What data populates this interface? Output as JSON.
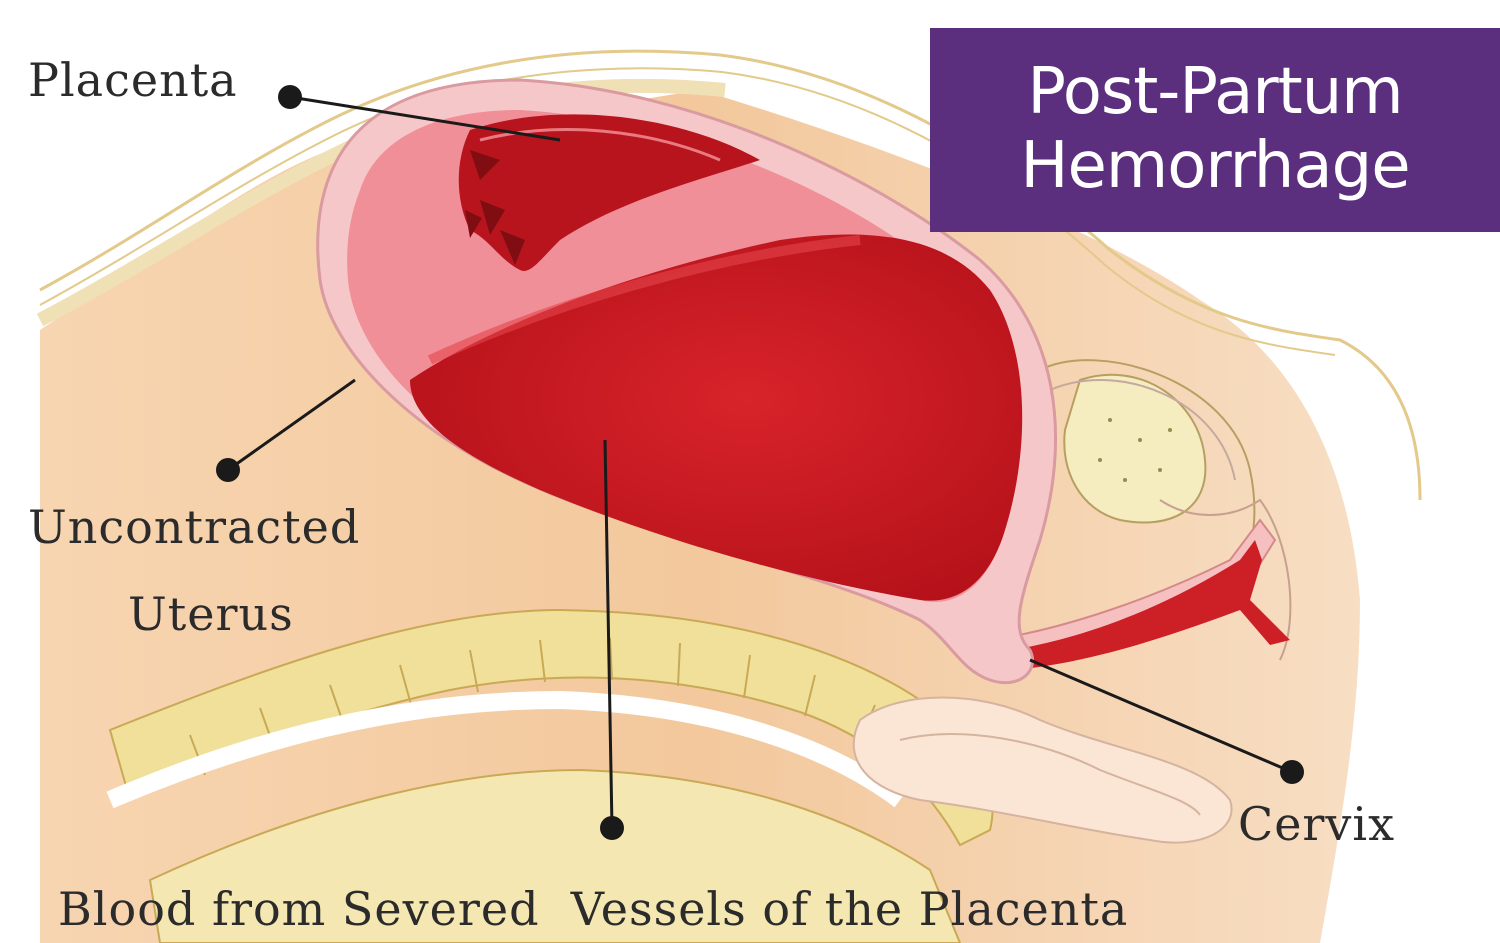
{
  "title": {
    "line1": "Post-Partum",
    "line2": "Hemorrhage"
  },
  "labels": {
    "placenta": "Placenta",
    "uterus_line1": "Uncontracted",
    "uterus_line2": "Uterus",
    "cervix": "Cervix",
    "blood": "Blood from Severed  Vessels of the Placenta"
  },
  "colors": {
    "title_background": "#5b2e7e",
    "title_text": "#ffffff",
    "blood": "#c8141c",
    "uterine_wall": "#f6c7c8",
    "skin": "#f3c9a0",
    "bone": "#eedd92"
  }
}
